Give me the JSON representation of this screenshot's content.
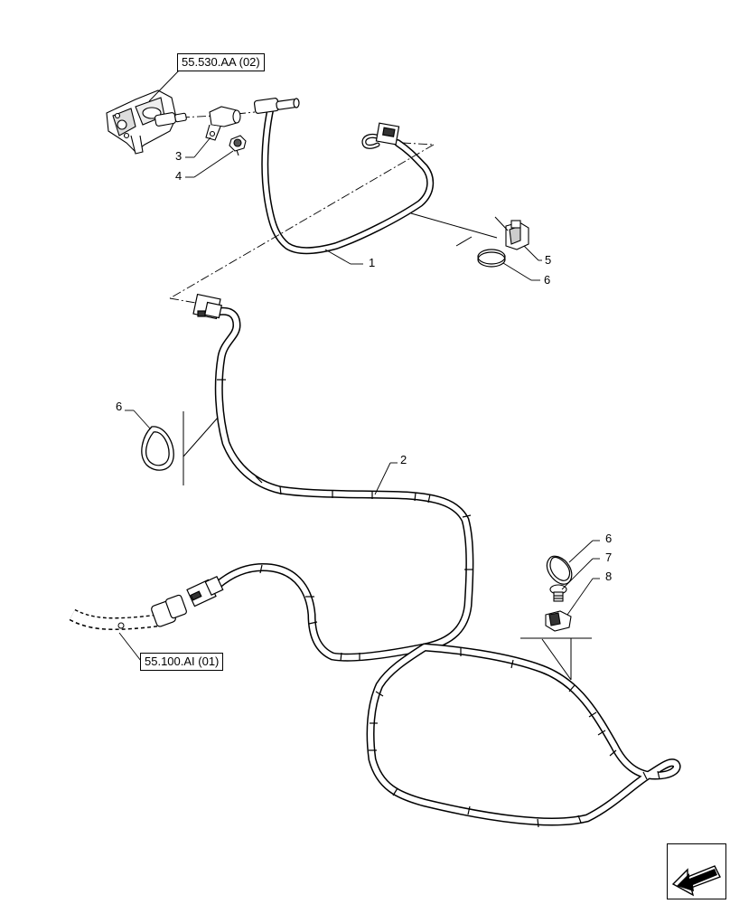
{
  "references": {
    "upper": "55.530.AA (02)",
    "lower": "55.100.AI (01)"
  },
  "callouts": {
    "c1": "1",
    "c2": "2",
    "c3": "3",
    "c4": "4",
    "c5": "5",
    "c6_top": "6",
    "c6_left": "6",
    "c6_right": "6",
    "c7": "7",
    "c8": "8"
  },
  "icons": {
    "navigation": "arrow-navigation-icon"
  }
}
